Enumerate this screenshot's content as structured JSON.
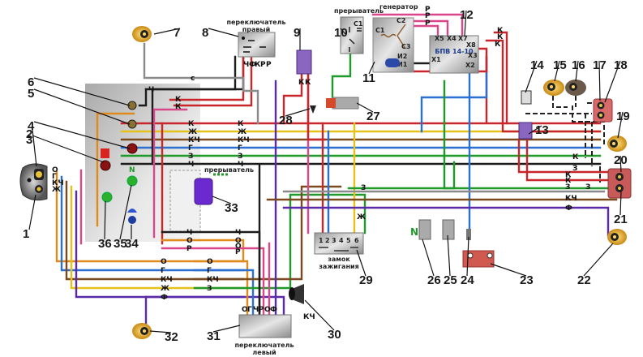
{
  "diagram": {
    "title": "Electrical wiring diagram",
    "wire_colors": {
      "К": "#c8262b",
      "Ж": "#e4c21a",
      "КЧ": "#7a4a1e",
      "Г": "#2b6fd1",
      "З": "#1f9a2a",
      "Ч": "#1c1c1c",
      "О": "#e08a1c",
      "Р": "#d9468a",
      "Ф": "#5a2aa8",
      "С": "#8a8a8a",
      "П": "#9b6ab0"
    },
    "labels": {
      "switch_right": [
        "переключатель",
        "правый"
      ],
      "switch_left": [
        "переключатель",
        "левый"
      ],
      "breaker_top": "прерыватель",
      "breaker_mid": "прерыватель",
      "generator": "генератор",
      "ignition_lock": [
        "замок",
        "зажигания"
      ],
      "bpv": "БПВ 14-10",
      "neutral": "N",
      "gen_terminals": [
        "С1",
        "С2",
        "С3",
        "И1",
        "И2"
      ],
      "bpv_terminals": [
        "Х1",
        "Х2",
        "Х3",
        "Х4",
        "Х5",
        "Х7",
        "Х8"
      ],
      "breaker_terminal": "С1",
      "ignition_pins": [
        "1",
        "2",
        "3",
        "4",
        "5",
        "6"
      ]
    },
    "wire_marks": {
      "top_c": "с",
      "harness_left": [
        "К",
        "Ж",
        "КЧ",
        "Г",
        "З",
        "Ч"
      ],
      "harness_right": [
        "К",
        "Ж",
        "КЧ",
        "Г",
        "З",
        "Ч"
      ],
      "harness_top": [
        "Ч",
        "К",
        "К"
      ],
      "lower_left": [
        "Ч",
        "О",
        "Р"
      ],
      "lower_right": [
        "Ч",
        "О",
        "О",
        "Р"
      ],
      "bottom_left": [
        "О",
        "Г",
        "КЧ",
        "Ж",
        "Ф"
      ],
      "bottom_right": [
        "О",
        "Г",
        "КЧ",
        "З"
      ],
      "headlamp": [
        "О",
        "Г",
        "КЧ",
        "Ж"
      ],
      "gen_p": [
        "Р",
        "Р",
        "Р"
      ],
      "bpv_k": [
        "К",
        "К",
        "К"
      ],
      "rear_right": [
        "К",
        "З",
        "К",
        "К",
        "З",
        "З",
        "КЧ",
        "Ф"
      ],
      "ign_top": [
        "З",
        "Ж"
      ],
      "sw_right_pins": [
        "Ч",
        "Ф",
        "К",
        "Р",
        "Р"
      ],
      "sw_left_pins": [
        "О",
        "Г",
        "Ч",
        "Р",
        "О",
        "Ф"
      ],
      "horn": "КЧ",
      "k_marks": [
        "К",
        "К"
      ],
      "misc": [
        "Ч",
        "Ч",
        "Р",
        "Р",
        "П",
        "Ч",
        "Ч",
        "Г"
      ]
    },
    "components": [
      {
        "id": "1",
        "name": "headlamp-bulb"
      },
      {
        "id": "2",
        "name": "headlamp-parking-bulb"
      },
      {
        "id": "3",
        "name": "indicator-lamp"
      },
      {
        "id": "4",
        "name": "indicator-lamp"
      },
      {
        "id": "5",
        "name": "speedometer-light"
      },
      {
        "id": "6",
        "name": "speedometer-light"
      },
      {
        "id": "7",
        "name": "front-turn-signal"
      },
      {
        "id": "8",
        "name": "switch-right"
      },
      {
        "id": "9",
        "name": "brake-switch"
      },
      {
        "id": "10",
        "name": "breaker"
      },
      {
        "id": "11",
        "name": "generator"
      },
      {
        "id": "12",
        "name": "rectifier-bpv"
      },
      {
        "id": "13",
        "name": "rear-brake-switch"
      },
      {
        "id": "14",
        "name": "sidecar-light"
      },
      {
        "id": "15",
        "name": "rear-turn-signal"
      },
      {
        "id": "16",
        "name": "rear-turn-signal"
      },
      {
        "id": "17",
        "name": "tail-light"
      },
      {
        "id": "18",
        "name": "tail-light"
      },
      {
        "id": "19",
        "name": "rear-turn-signal"
      },
      {
        "id": "20",
        "name": "tail-light"
      },
      {
        "id": "21",
        "name": "tail-light"
      },
      {
        "id": "22",
        "name": "rear-turn-signal"
      },
      {
        "id": "23",
        "name": "battery"
      },
      {
        "id": "24",
        "name": "fuse"
      },
      {
        "id": "25",
        "name": "oil-pressure-sensor"
      },
      {
        "id": "26",
        "name": "neutral-sensor"
      },
      {
        "id": "27",
        "name": "ignition-coil"
      },
      {
        "id": "28",
        "name": "spark-plug"
      },
      {
        "id": "29",
        "name": "ignition-lock"
      },
      {
        "id": "30",
        "name": "horn"
      },
      {
        "id": "31",
        "name": "switch-left"
      },
      {
        "id": "32",
        "name": "front-turn-signal"
      },
      {
        "id": "33",
        "name": "turn-signal-relay"
      },
      {
        "id": "34",
        "name": "high-beam-indicator"
      },
      {
        "id": "35",
        "name": "neutral-indicator"
      },
      {
        "id": "36",
        "name": "turn-indicator"
      }
    ]
  }
}
